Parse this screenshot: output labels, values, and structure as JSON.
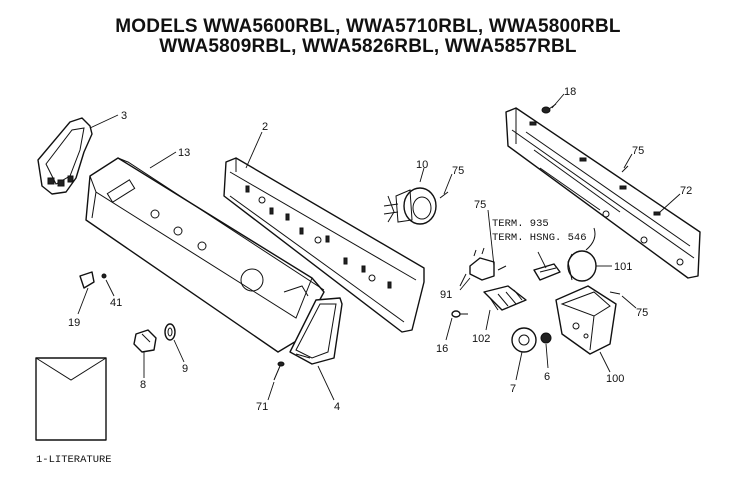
{
  "title_lines": [
    "MODELS WWA5600RBL, WWA5710RBL, WWA5800RBL",
    "WWA5809RBL, WWA5826RBL, WWA5857RBL"
  ],
  "part_labels": {
    "p1": "1-LITERATURE",
    "p2": "2",
    "p3": "3",
    "p4": "4",
    "p6": "6",
    "p7": "7",
    "p8": "8",
    "p9": "9",
    "p10": "10",
    "p13": "13",
    "p16": "16",
    "p18": "18",
    "p19": "19",
    "p41": "41",
    "p71": "71",
    "p72": "72",
    "p75a": "75",
    "p75b": "75",
    "p75c": "75",
    "p75d": "75",
    "p91": "91",
    "p100": "100",
    "p101": "101",
    "p102": "102",
    "term1": "TERM. 935",
    "term2": "TERM. HSNG. 546"
  }
}
